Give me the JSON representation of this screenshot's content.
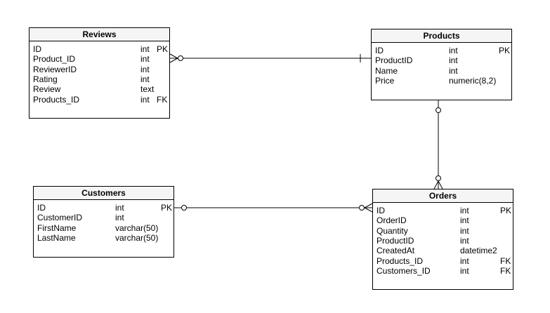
{
  "entities": {
    "reviews": {
      "title": "Reviews",
      "attributes": [
        {
          "name": "ID",
          "type": "int",
          "key": "PK"
        },
        {
          "name": "Product_ID",
          "type": "int",
          "key": ""
        },
        {
          "name": "ReviewerID",
          "type": "int",
          "key": ""
        },
        {
          "name": "Rating",
          "type": "int",
          "key": ""
        },
        {
          "name": "Review",
          "type": "text",
          "key": ""
        },
        {
          "name": "Products_ID",
          "type": "int",
          "key": "FK"
        }
      ]
    },
    "products": {
      "title": "Products",
      "attributes": [
        {
          "name": "ID",
          "type": "int",
          "key": "PK"
        },
        {
          "name": "ProductID",
          "type": "int",
          "key": ""
        },
        {
          "name": "Name",
          "type": "int",
          "key": ""
        },
        {
          "name": "Price",
          "type": "numeric(8,2)",
          "key": ""
        }
      ]
    },
    "customers": {
      "title": "Customers",
      "attributes": [
        {
          "name": "ID",
          "type": "int",
          "key": "PK"
        },
        {
          "name": "CustomerID",
          "type": "int",
          "key": ""
        },
        {
          "name": "FirstName",
          "type": "varchar(50)",
          "key": ""
        },
        {
          "name": "LastName",
          "type": "varchar(50)",
          "key": ""
        }
      ]
    },
    "orders": {
      "title": "Orders",
      "attributes": [
        {
          "name": "ID",
          "type": "int",
          "key": "PK"
        },
        {
          "name": "OrderID",
          "type": "int",
          "key": ""
        },
        {
          "name": "Quantity",
          "type": "int",
          "key": ""
        },
        {
          "name": "ProductID",
          "type": "int",
          "key": ""
        },
        {
          "name": "CreatedAt",
          "type": "datetime2",
          "key": ""
        },
        {
          "name": "Products_ID",
          "type": "int",
          "key": "FK"
        },
        {
          "name": "Customers_ID",
          "type": "int",
          "key": "FK"
        }
      ]
    }
  },
  "relationships": [
    {
      "from": "reviews",
      "from_end": "zero-or-many",
      "to": "products",
      "to_end": "one"
    },
    {
      "from": "products",
      "from_end": "zero-or-one",
      "to": "orders",
      "to_end": "zero-or-many"
    },
    {
      "from": "customers",
      "from_end": "zero-or-one",
      "to": "orders",
      "to_end": "zero-or-many"
    }
  ],
  "colors": {
    "line": "#000000",
    "header_bg": "#f5f5f5",
    "entity_bg": "#ffffff"
  }
}
